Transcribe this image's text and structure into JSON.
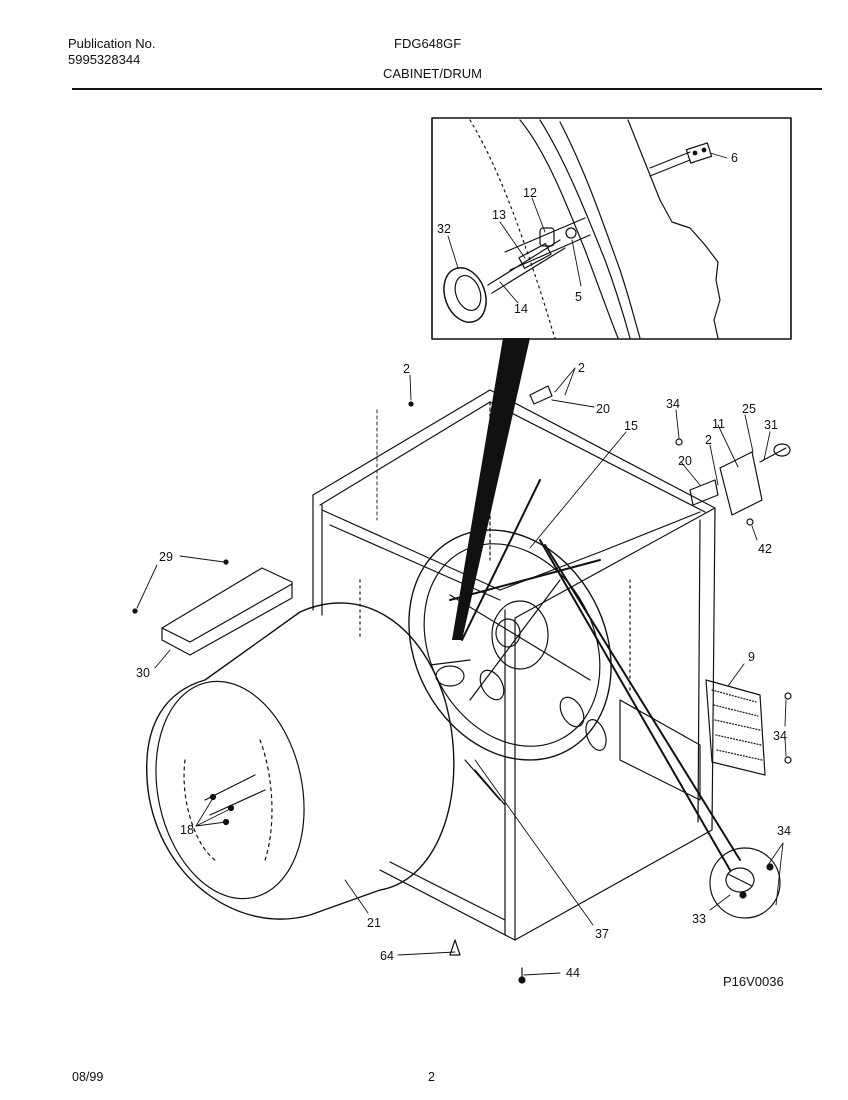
{
  "header": {
    "publication_label": "Publication No.",
    "publication_number": "5995328344",
    "model": "FDG648GF",
    "section": "CABINET/DRUM"
  },
  "diagram": {
    "code": "P16V0036",
    "callouts": {
      "c6": "6",
      "c12": "12",
      "c13": "13",
      "c32": "32",
      "c5": "5",
      "c14": "14",
      "c2a": "2",
      "c2b": "2",
      "c2c": "2",
      "c20a": "20",
      "c20b": "20",
      "c34a": "34",
      "c34b": "34",
      "c34c": "34",
      "c11": "11",
      "c25": "25",
      "c31": "31",
      "c15": "15",
      "c42": "42",
      "c29": "29",
      "c30": "30",
      "c9": "9",
      "c18": "18",
      "c21": "21",
      "c37": "37",
      "c33": "33",
      "c64": "64",
      "c44": "44"
    }
  },
  "footer": {
    "date": "08/99",
    "page": "2"
  }
}
